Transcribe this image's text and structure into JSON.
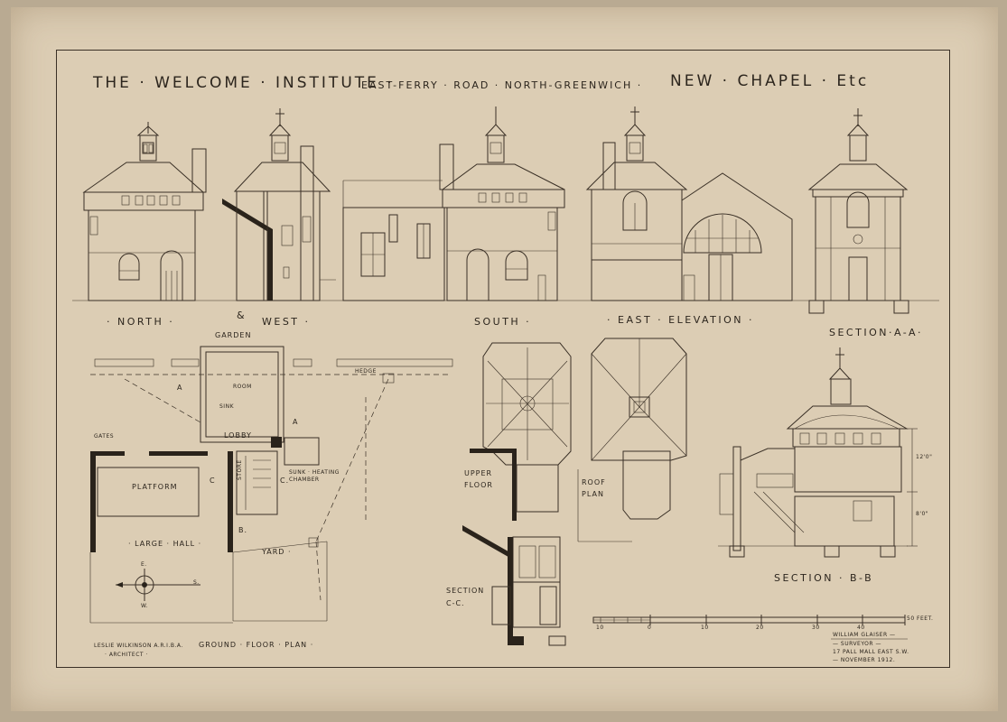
{
  "header": {
    "title": "THE · WELCOME · INSTITUTE ·",
    "address": "EAST-FERRY · ROAD · NORTH-GREENWICH ·",
    "project": "NEW · CHAPEL · Etc"
  },
  "elevations": {
    "north": "· NORTH ·",
    "and": "&",
    "west": "WEST ·",
    "south": "SOUTH ·",
    "east": "· EAST · ELEVATION ·",
    "section_aa": "SECTION·A-A·"
  },
  "plan_labels": {
    "garden": "GARDEN",
    "hedge": "HEDGE",
    "room": "ROOM",
    "sink": "SINK",
    "lobby": "LOBBY",
    "gates": "GATES",
    "platform": "PLATFORM",
    "large_hall": "· LARGE · HALL ·",
    "store": "STORE",
    "sunk_heating_chamber": "SUNK · HEATING CHAMBER",
    "yard": "YARD ·",
    "upper_floor": "UPPER FLOOR",
    "roof_plan": "ROOF PLAN",
    "section_cc": "SECTION C-C.",
    "section_bb": "SECTION · B-B",
    "ground_floor_plan": "GROUND · FLOOR · PLAN ·",
    "mark_a": "A",
    "mark_b": "B.",
    "mark_c": "C",
    "mark_c2": "C.",
    "mark_a2": "A",
    "compass_e": "E.",
    "compass_s": "S.",
    "compass_w": "W."
  },
  "dimensions": {
    "upper": "12'0\"",
    "lower": "8'0\""
  },
  "scale_bar": {
    "ticks": [
      "10",
      "0",
      "10",
      "20",
      "30",
      "40",
      "50 FEET."
    ]
  },
  "credits": {
    "architect_name": "LESLIE WILKINSON A.R.I.B.A.",
    "architect_role": "· ARCHITECT ·",
    "surveyor_name": "WILLIAM GLAISER —",
    "surveyor_role": "— SURVEYOR —",
    "surveyor_address": "17 PALL MALL EAST S.W.",
    "date": "— NOVEMBER 1912."
  }
}
